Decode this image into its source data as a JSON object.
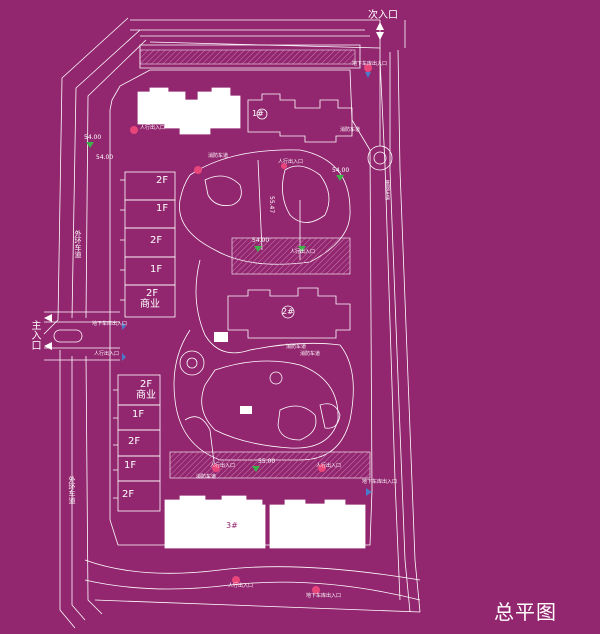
{
  "title": "总平图",
  "colors": {
    "background": "#93276f",
    "lines": "#ffffff",
    "building": "#ffffff",
    "hatch": "#b24a92",
    "marker_red": "#e8467a",
    "marker_green": "#3db04a",
    "marker_blue": "#4b79c9"
  },
  "entrances": {
    "main": "主入口",
    "secondary": "次入口"
  },
  "roads": {
    "outer_ring_upper": "外环车道",
    "outer_ring_lower": "外环车道",
    "east_road": "景观车道",
    "fire_lane": "消防车道",
    "inner_lane": "消防车道"
  },
  "buildings": {
    "b1": "1#",
    "b2": "2#",
    "b3": "3#"
  },
  "floor_labels": [
    "2F",
    "1F",
    "2F",
    "1F",
    "2F",
    "2F",
    "1F",
    "2F",
    "1F",
    "2F"
  ],
  "commercial_label": "商业",
  "commercial_label_2": "商业",
  "elevations": [
    "54.00",
    "54.00",
    "54.00",
    "55.00",
    "54.00"
  ],
  "center_elevation": "55.47",
  "small_notes": [
    "地下车库出入口",
    "人行出入口",
    "人行出入口",
    "地下车库出入口",
    "人行出入口",
    "人行出入口",
    "地下车库出入口",
    "人行出入口",
    "消防车道",
    "消防车道",
    "人行出入口",
    "地下车库出入口",
    "人行出入口",
    "消防车道"
  ]
}
